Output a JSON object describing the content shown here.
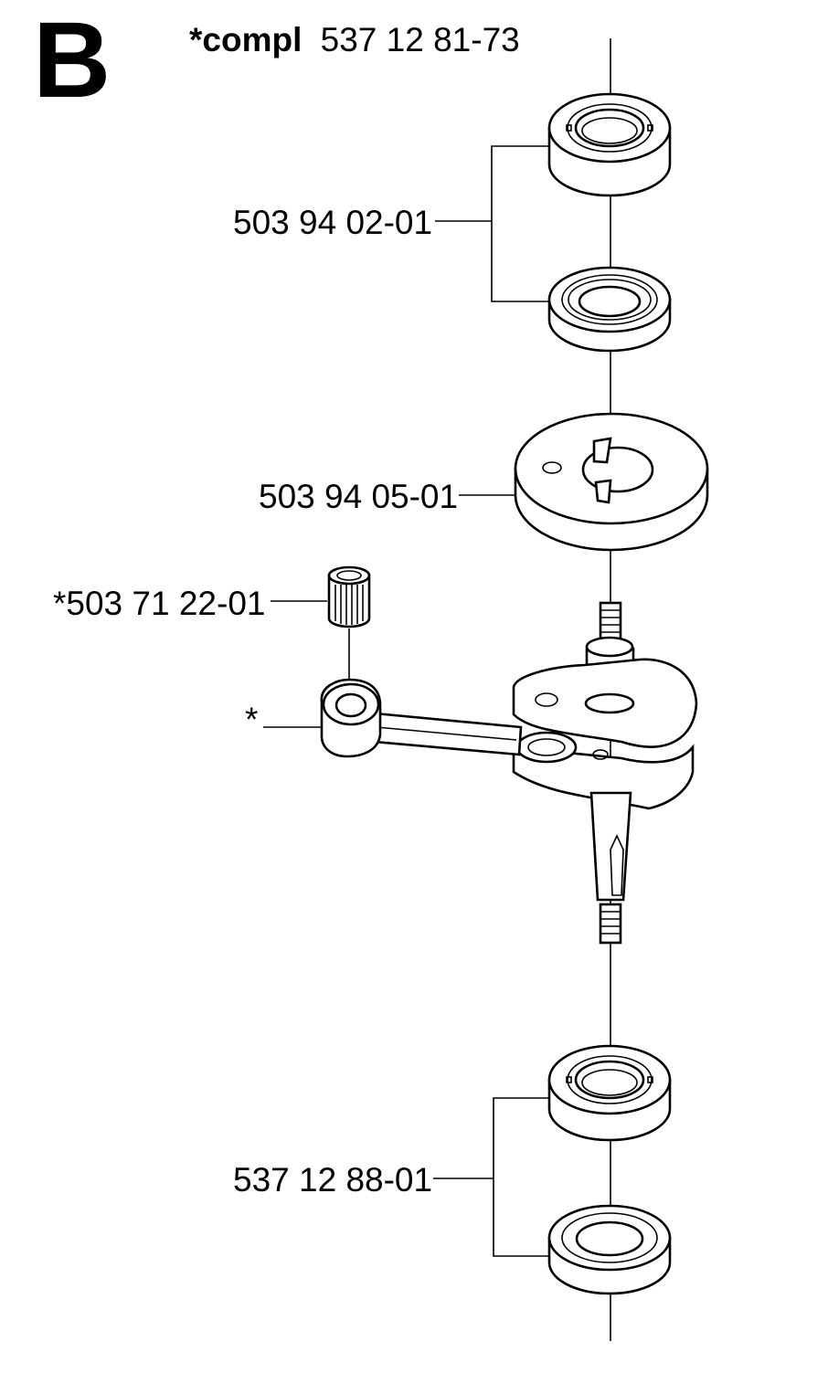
{
  "diagram": {
    "section_letter": "B",
    "assembly": {
      "prefix": "*compl",
      "number": "537 12 81-73"
    },
    "callouts": {
      "top_bearings": "503 94 02-01",
      "flywheel_disc": "503 94 05-01",
      "needle_bearing": "*503 71 22-01",
      "connecting_rod": "*",
      "bottom_bearings": "537 12 88-01"
    }
  }
}
